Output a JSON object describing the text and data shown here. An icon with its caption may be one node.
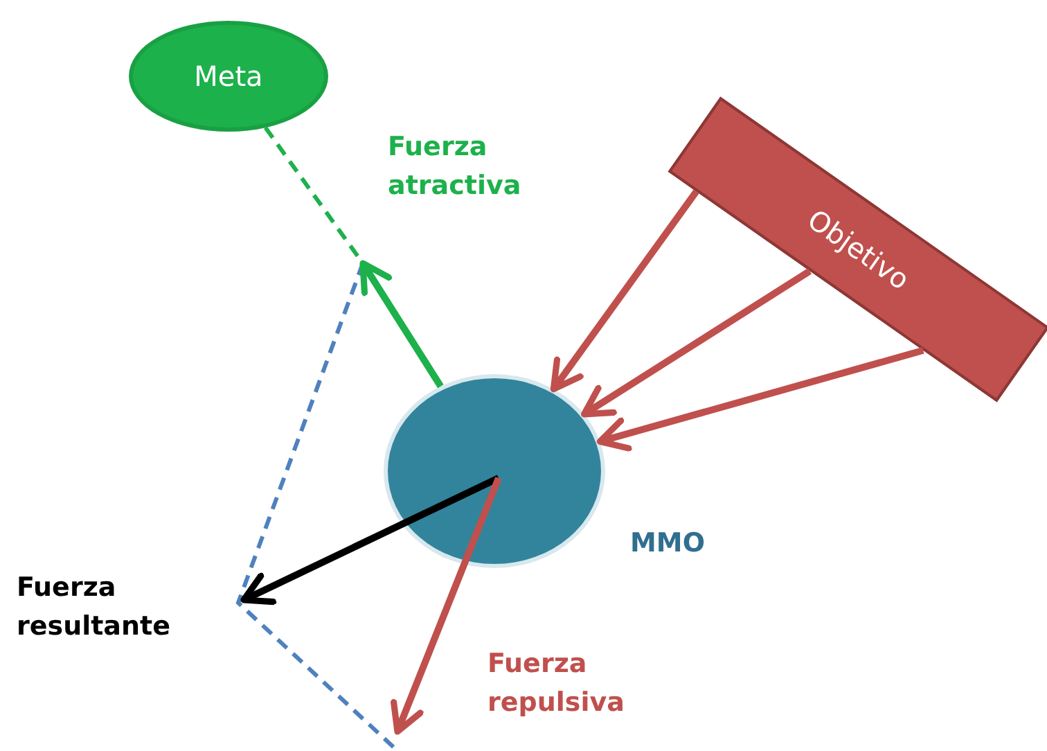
{
  "diagram": {
    "nodes": [
      {
        "text": [
          "Meta"
        ]
      },
      {
        "text": [
          "Objetivo"
        ]
      },
      {
        "text": [],
        "shape": "circle",
        "beside": [
          "MMO"
        ]
      }
    ],
    "edges": [
      {
        "from": 1,
        "to": 2,
        "arrow": "to"
      },
      {
        "from": 1,
        "to": 2,
        "arrow": "to"
      },
      {
        "from": 1,
        "to": 2,
        "arrow": "to"
      },
      {
        "from": 2,
        "to": null,
        "arrow": "to",
        "color": "#1db14b"
      },
      {
        "from": 0,
        "to": null,
        "arrow": "none",
        "style": "dashed",
        "color": "#1db14b"
      }
    ],
    "labels": [
      "Fuerza atractiva",
      "Fuerza resultante",
      "Fuerza repulsiva"
    ]
  }
}
